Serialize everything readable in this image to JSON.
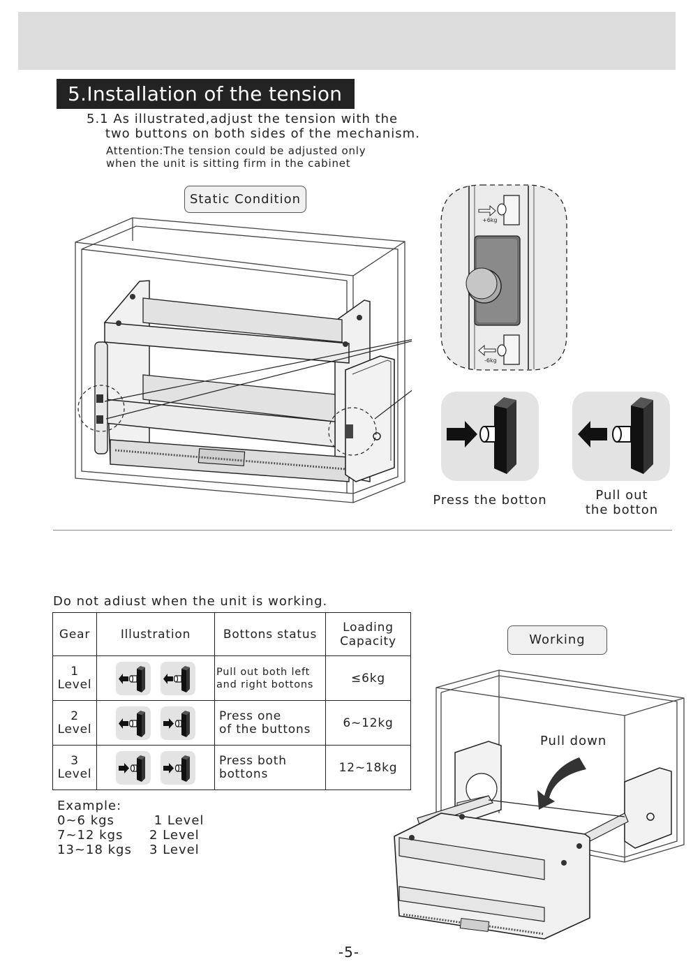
{
  "section": {
    "title": "5.Installation of the tension",
    "instruction_line1": "5.1 As illustrated,adjust the tension with the",
    "instruction_line2": "    two buttons on both sides of the mechanism.",
    "attention_line1": "Attention:The tension could be adjusted only",
    "attention_line2": "when the unit is sitting firm in the cabinet"
  },
  "figure_top": {
    "label": "Static Condition",
    "detail_plus": "+6kg",
    "detail_minus": "-6kg",
    "press_caption": "Press the botton",
    "pull_caption_line1": "Pull out",
    "pull_caption_line2": "the botton"
  },
  "warning": "Do not adiust when the unit is working.",
  "table": {
    "headers": {
      "gear": "Gear",
      "illustration": "Illustration",
      "status": "Bottons status",
      "capacity_line1": "Loading",
      "capacity_line2": "Capacity"
    },
    "rows": [
      {
        "gear_num": "1",
        "gear_word": "Level",
        "status_line1": "Pull out both left",
        "status_line2": "and right bottons",
        "capacity": "≤6kg"
      },
      {
        "gear_num": "2",
        "gear_word": "Level",
        "status_line1": "Press one",
        "status_line2": "of the buttons",
        "capacity": "6~12kg"
      },
      {
        "gear_num": "3",
        "gear_word": "Level",
        "status_line1": "Press both",
        "status_line2": "bottons",
        "capacity": "12~18kg"
      }
    ]
  },
  "example": {
    "title": "Example:",
    "rows": [
      {
        "range": "0~6 kgs",
        "level": " 1 Level"
      },
      {
        "range": "7~12 kgs",
        "level": "2 Level"
      },
      {
        "range": "13~18 kgs",
        "level": "3 Level"
      }
    ]
  },
  "figure_bottom": {
    "label": "Working",
    "pull_down": "Pull down"
  },
  "page_number": "-5-"
}
